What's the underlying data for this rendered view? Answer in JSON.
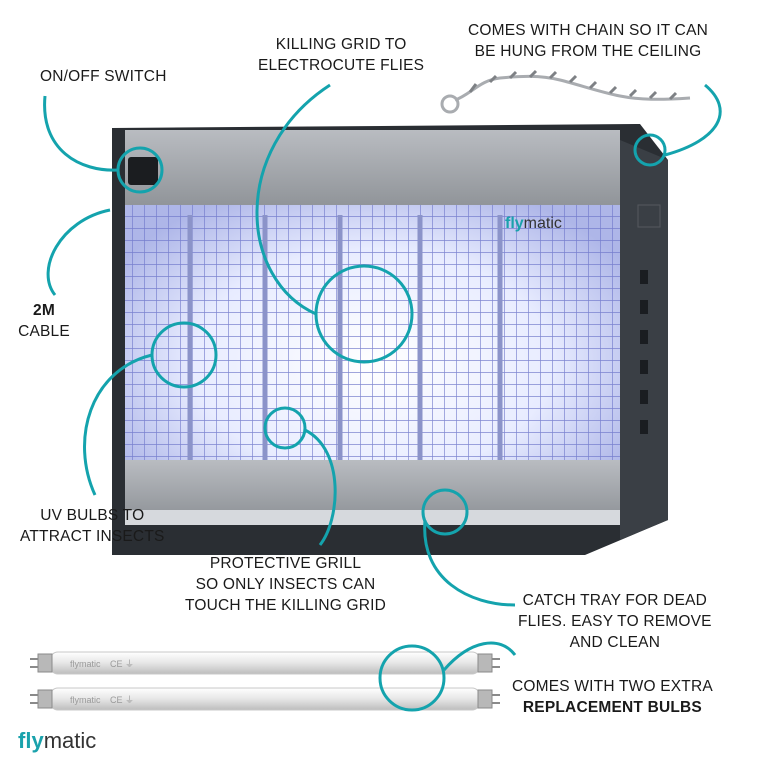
{
  "brand": {
    "logo_primary": "fly",
    "logo_secondary": "matic",
    "bulb_marking": "flymatic",
    "bulb_cert": "CE ⏚"
  },
  "accent_color": "#14a3ad",
  "callouts": {
    "on_off": [
      "ON/OFF SWITCH"
    ],
    "killing_grid": [
      "KILLING GRID TO",
      "ELECTROCUTE FLIES"
    ],
    "chain": [
      "COMES WITH CHAIN SO IT CAN",
      "BE HUNG FROM THE CEILING"
    ],
    "cable_bold": "2M",
    "cable": "CABLE",
    "uv_bulbs": [
      "UV BULBS TO",
      "ATTRACT INSECTS"
    ],
    "grill": [
      "PROTECTIVE GRILL",
      "SO ONLY INSECTS CAN",
      "TOUCH THE KILLING GRID"
    ],
    "tray": [
      "CATCH TRAY FOR DEAD",
      "FLIES. EASY TO REMOVE",
      "AND CLEAN"
    ],
    "bulbs_line1": "COMES WITH TWO EXTRA",
    "bulbs_line2": "REPLACEMENT BULBS"
  }
}
